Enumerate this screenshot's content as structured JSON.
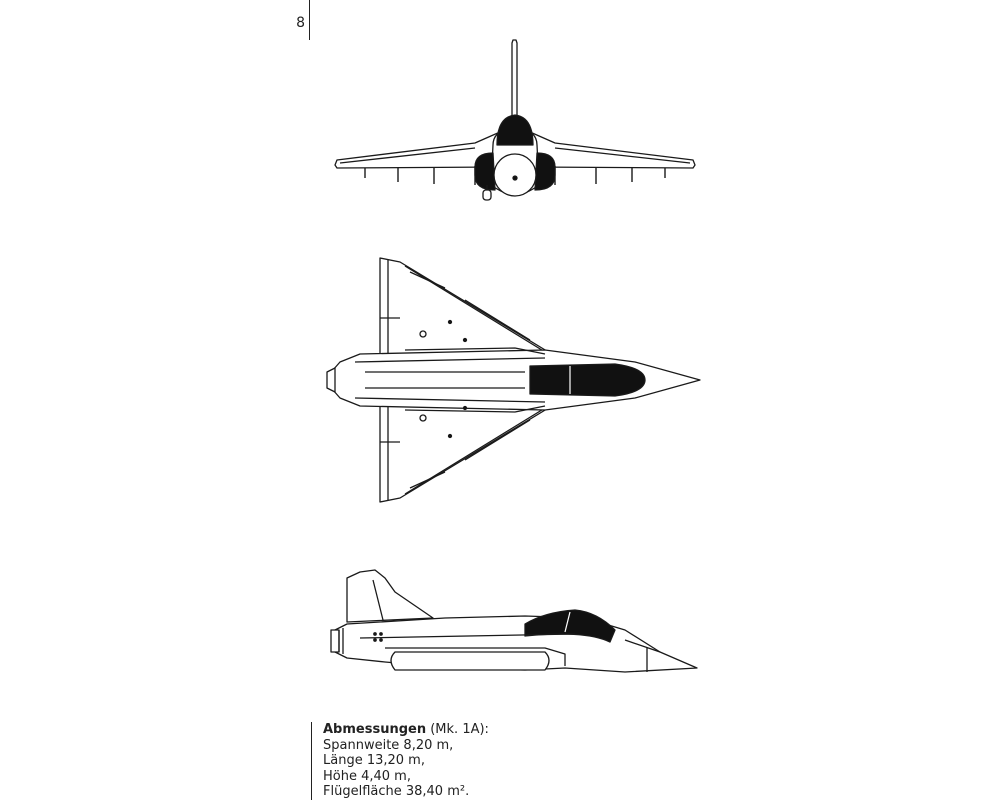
{
  "page": {
    "number": "8"
  },
  "specs": {
    "heading": "Abmessungen",
    "variant": "(Mk. 1A):",
    "lines": [
      "Spannweite 8,20 m,",
      "Länge 13,20 m,",
      "Höhe 4,40 m,",
      "Flügelfläche 38,40 m²."
    ]
  }
}
